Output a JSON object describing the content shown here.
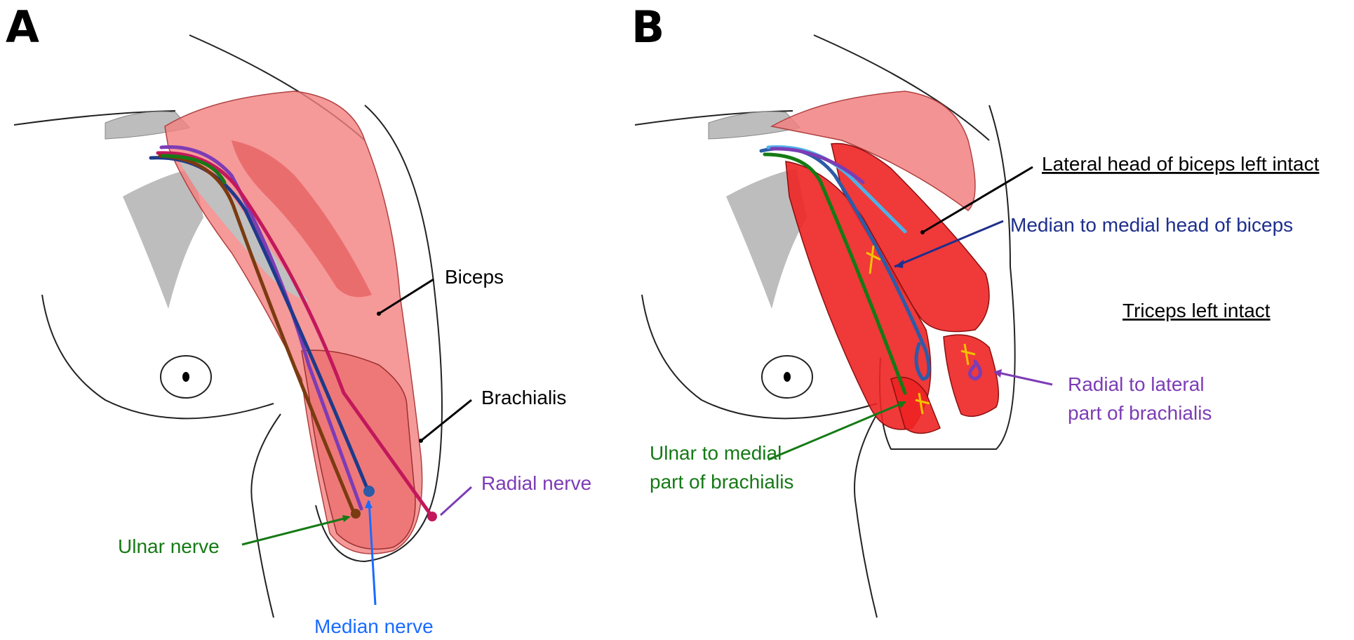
{
  "panel_a": {
    "letter": "A",
    "labels": {
      "biceps": "Biceps",
      "brachialis": "Brachialis",
      "radial_nerve": "Radial nerve",
      "ulnar_nerve": "Ulnar nerve",
      "median_nerve": "Median nerve"
    }
  },
  "panel_b": {
    "letter": "B",
    "labels": {
      "lateral_head": "Lateral head of biceps left intact",
      "median_to_biceps": "Median to medial head of biceps",
      "triceps": "Triceps left intact",
      "radial_line1": "Radial to lateral",
      "radial_line2": "part of brachialis",
      "ulnar_line1": "Ulnar to medial",
      "ulnar_line2": "part of brachialis"
    }
  },
  "colors": {
    "muscle_light": "#f28080",
    "muscle_dark": "#ee2424",
    "bone": "#bdbdbd",
    "ulnar": "#157a15",
    "median": "#1a6bff",
    "median_dark": "#1e2f8c",
    "radial": "#7d3cb5",
    "radial_nerve_line": "#c2185b",
    "branch": "#f2c200",
    "outline": "#222222"
  }
}
